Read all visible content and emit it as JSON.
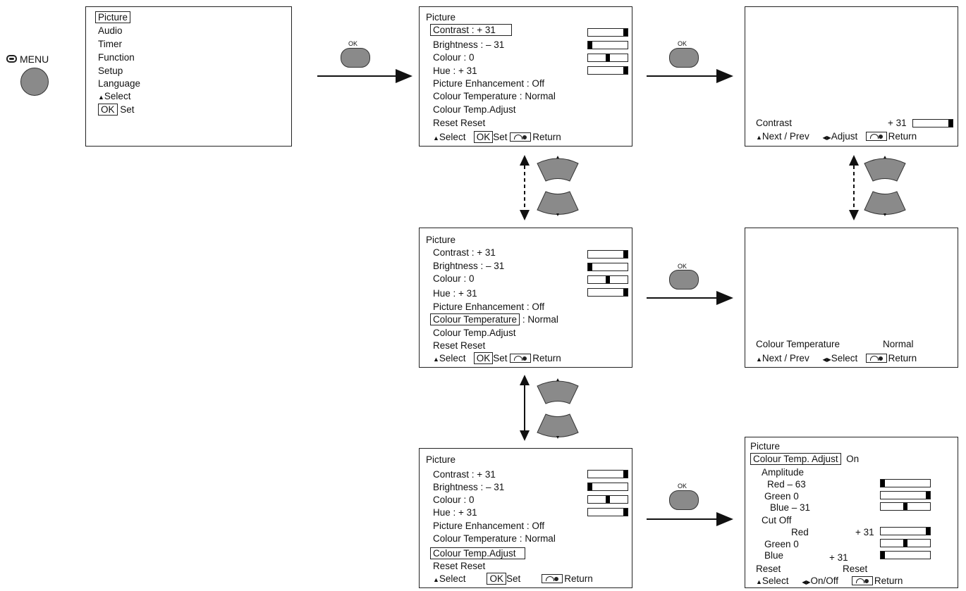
{
  "remote": {
    "menu_label": "MENU",
    "ok_label": "OK"
  },
  "main_menu": {
    "items": [
      "Picture",
      "Audio",
      "Timer",
      "Function",
      "Setup",
      "Language"
    ],
    "select_hint": "Select",
    "ok": "OK",
    "set": "Set"
  },
  "picture_menu": {
    "title": "Picture",
    "contrast": "Contrast   : + 31",
    "brightness": "Brightness   : – 31",
    "colour": "Colour   :      0",
    "hue": "Hue     : + 31",
    "enhancement": "Picture Enhancement  : Off",
    "temperature_label": "Colour Temperature",
    "temperature_full": "Colour Temperature  : Normal",
    "temperature_value": ": Normal",
    "temp_adjust": "Colour Temp.Adjust",
    "reset": "Reset      Reset",
    "select": "Select",
    "ok": "OK",
    "set": "Set",
    "return": "Return",
    "levels": {
      "contrast": 1.0,
      "brightness": 0.0,
      "colour": 0.5,
      "hue": 1.0
    }
  },
  "contrast_screen": {
    "label": "Contrast",
    "value": "+ 31",
    "level": 1.0,
    "next_prev": "Next / Prev",
    "adjust": "Adjust",
    "return": "Return"
  },
  "temperature_screen": {
    "label": "Colour Temperature",
    "value": "Normal",
    "next_prev": "Next / Prev",
    "select": "Select",
    "return": "Return"
  },
  "temp_adjust_screen": {
    "title": "Picture",
    "header": "Colour Temp. Adjust",
    "state": "On",
    "amplitude": "Amplitude",
    "amp_red": "Red  – 63",
    "amp_green": "Green      0",
    "amp_blue": "Blue  – 31",
    "cutoff": "Cut Off",
    "cut_red": "Red",
    "cut_red_value": "+ 31",
    "cut_green": "Green      0",
    "cut_blue": "Blue",
    "cut_blue_value": "+ 31",
    "reset": "Reset",
    "reset_value": "Reset",
    "select": "Select",
    "onoff": "On/Off",
    "return": "Return",
    "levels": {
      "amp_red": 0.0,
      "amp_green": 1.0,
      "amp_blue": 0.5,
      "cut_red": 1.0,
      "cut_green": 0.5,
      "cut_blue": 0.0
    }
  }
}
